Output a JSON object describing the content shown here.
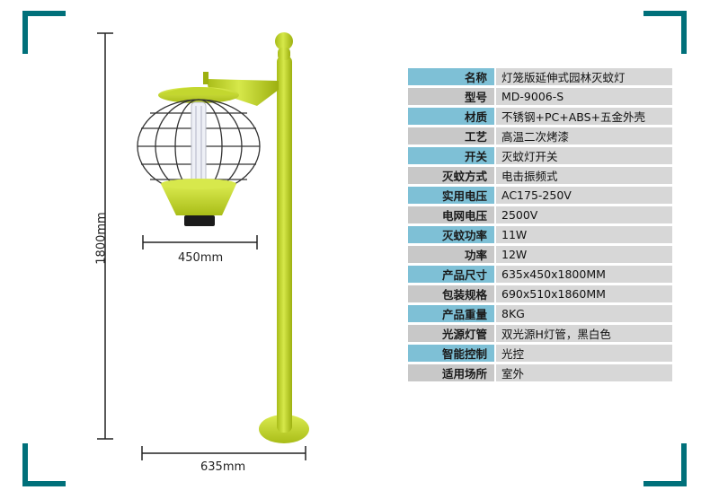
{
  "dimensions": {
    "head_width": "450mm",
    "base_width": "635mm",
    "height": "1800mm"
  },
  "specs": [
    {
      "key": "名称",
      "value": "灯笼版延伸式园林灭蚊灯"
    },
    {
      "key": "型号",
      "value": "MD-9006-S"
    },
    {
      "key": "材质",
      "value": "不锈钢+PC+ABS+五金外壳"
    },
    {
      "key": "工艺",
      "value": "高温二次烤漆"
    },
    {
      "key": "开关",
      "value": "灭蚊灯开关"
    },
    {
      "key": "灭蚊方式",
      "value": "电击振频式"
    },
    {
      "key": "实用电压",
      "value": "AC175-250V"
    },
    {
      "key": "电网电压",
      "value": "2500V"
    },
    {
      "key": "灭蚊功率",
      "value": "11W"
    },
    {
      "key": "功率",
      "value": "12W"
    },
    {
      "key": "产品尺寸",
      "value": "635x450x1800MM"
    },
    {
      "key": "包装规格",
      "value": "690x510x1860MM"
    },
    {
      "key": "产品重量",
      "value": "8KG"
    },
    {
      "key": "光源灯管",
      "value": "双光源H灯管，黑白色"
    },
    {
      "key": "智能控制",
      "value": "光控"
    },
    {
      "key": "适用场所",
      "value": "室外"
    }
  ],
  "colors": {
    "accent": "#00707a",
    "lamp_green": "#c3d72f",
    "key_blue": "#7ec0d6",
    "key_gray": "#c8c8c8",
    "value_gray": "#d7d7d7"
  }
}
